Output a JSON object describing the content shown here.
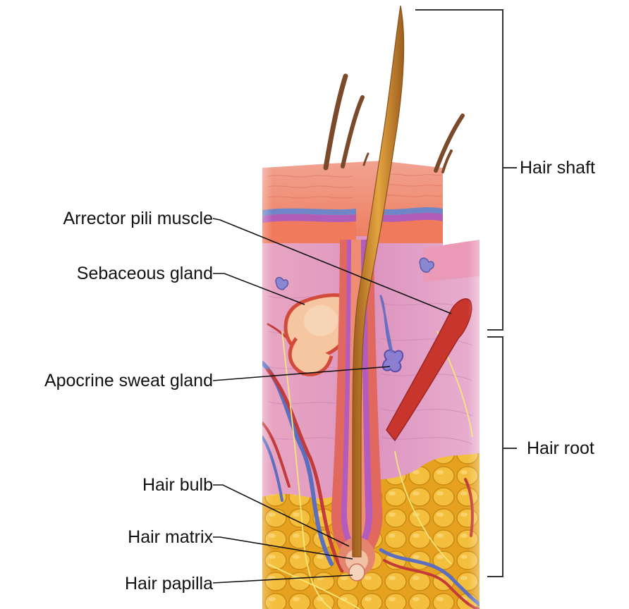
{
  "labels": {
    "arrector_pili_muscle": "Arrector pili muscle",
    "sebaceous_gland": "Sebaceous gland",
    "apocrine_sweat_gland": "Apocrine sweat gland",
    "hair_bulb": "Hair bulb",
    "hair_matrix": "Hair matrix",
    "hair_papilla": "Hair papilla",
    "hair_shaft": "Hair shaft",
    "hair_root": "Hair root"
  },
  "colors": {
    "epidermis": "#f08a78",
    "dermis": "#e7a3c6",
    "fat": "#f0b52e",
    "hair_shaft": "#c7882b",
    "follicle": "#e0685e",
    "muscle": "#c7352d",
    "vein": "#5b6ec0",
    "artery": "#c23a3a",
    "nerve": "#f3e67a"
  }
}
